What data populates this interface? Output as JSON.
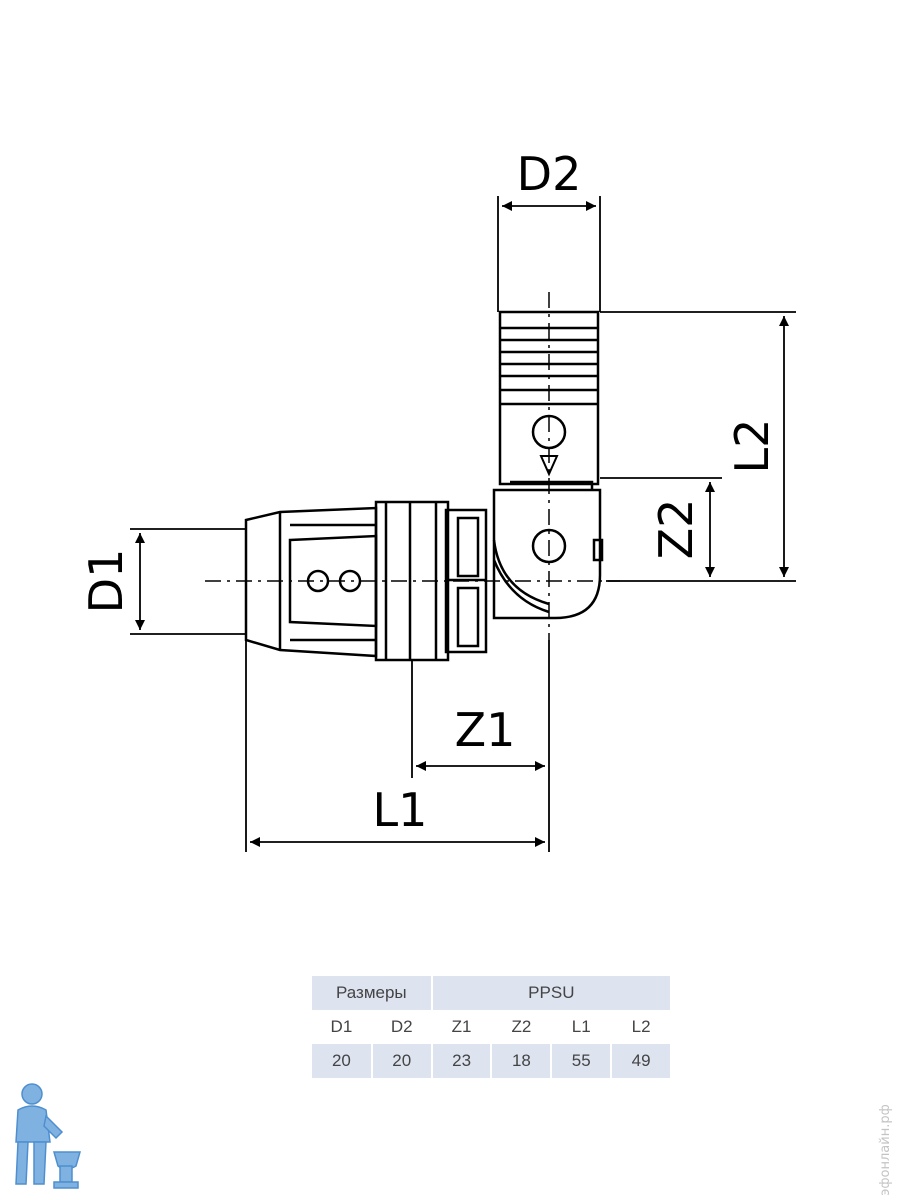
{
  "drawing": {
    "dimensions": {
      "d1": "D1",
      "d2": "D2",
      "z1": "Z1",
      "z2": "Z2",
      "l1": "L1",
      "l2": "L2"
    }
  },
  "table": {
    "header": {
      "group_sizes": "Размеры",
      "group_material": "PPSU"
    },
    "columns": [
      "D1",
      "D2",
      "Z1",
      "Z2",
      "L1",
      "L2"
    ],
    "values": [
      "20",
      "20",
      "23",
      "18",
      "55",
      "49"
    ]
  },
  "watermark": "эфонлайн.рф",
  "colors": {
    "line": "#000000",
    "table_band": "#dde3ef",
    "mascot": "#4f8fcf"
  }
}
